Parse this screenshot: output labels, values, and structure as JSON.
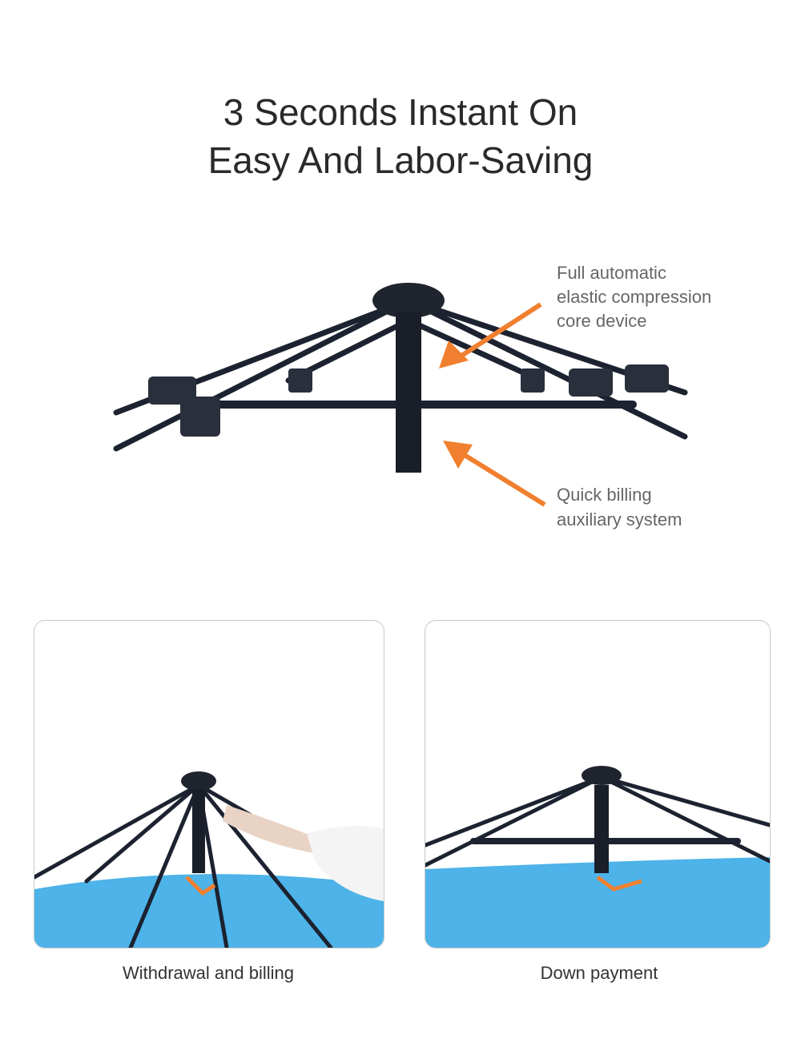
{
  "heading": {
    "line1": "3 Seconds Instant On",
    "line2": "Easy And Labor-Saving"
  },
  "callouts": [
    {
      "lines": [
        "Full automatic",
        "elastic compression",
        "core device"
      ]
    },
    {
      "lines": [
        "Quick billing",
        "auxiliary system"
      ]
    }
  ],
  "panels": [
    {
      "caption": "Withdrawal and billing"
    },
    {
      "caption": "Down payment"
    }
  ],
  "colors": {
    "arrow": "#f0802f",
    "tent": "#4db3e8",
    "frame": "#1c2230"
  }
}
